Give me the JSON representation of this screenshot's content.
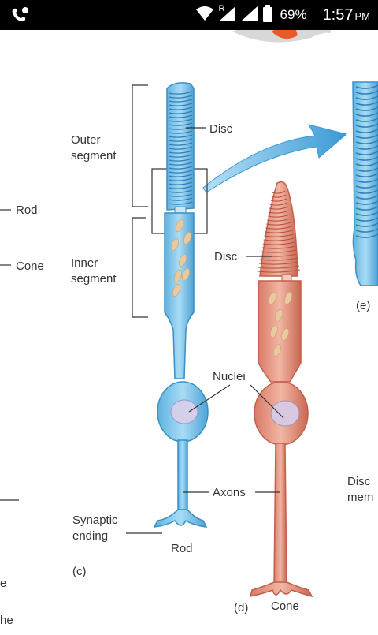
{
  "status_bar": {
    "battery_percent": "69%",
    "time": "1:57",
    "ampm": "PM",
    "network_indicator": "R",
    "icons": [
      "phone-icon",
      "wifi-icon",
      "signal-icon",
      "signal-icon",
      "battery-icon"
    ]
  },
  "diagram": {
    "labels": {
      "outer_segment_line1": "Outer",
      "outer_segment_line2": "segment",
      "inner_segment_line1": "Inner",
      "inner_segment_line2": "segment",
      "rod_left": "Rod",
      "cone_left": "Cone",
      "disc_rod": "Disc",
      "disc_cone": "Disc",
      "nuclei": "Nuclei",
      "axons": "Axons",
      "synaptic_line1": "Synaptic",
      "synaptic_line2": "ending",
      "rod_caption": "Rod",
      "cone_caption": "Cone",
      "panel_c": "(c)",
      "panel_d": "(d)",
      "panel_e": "(e)",
      "disc_membrane_line1": "Disc",
      "disc_membrane_line2": "mem",
      "clipped_left_1": "e",
      "clipped_left_2": "he"
    },
    "colors": {
      "rod_fill": "#7cc4ea",
      "rod_stroke": "#3a8fc4",
      "cone_fill": "#e8907e",
      "cone_stroke": "#c0604c",
      "arrow": "#4aa8dc",
      "leader": "#333333"
    }
  }
}
